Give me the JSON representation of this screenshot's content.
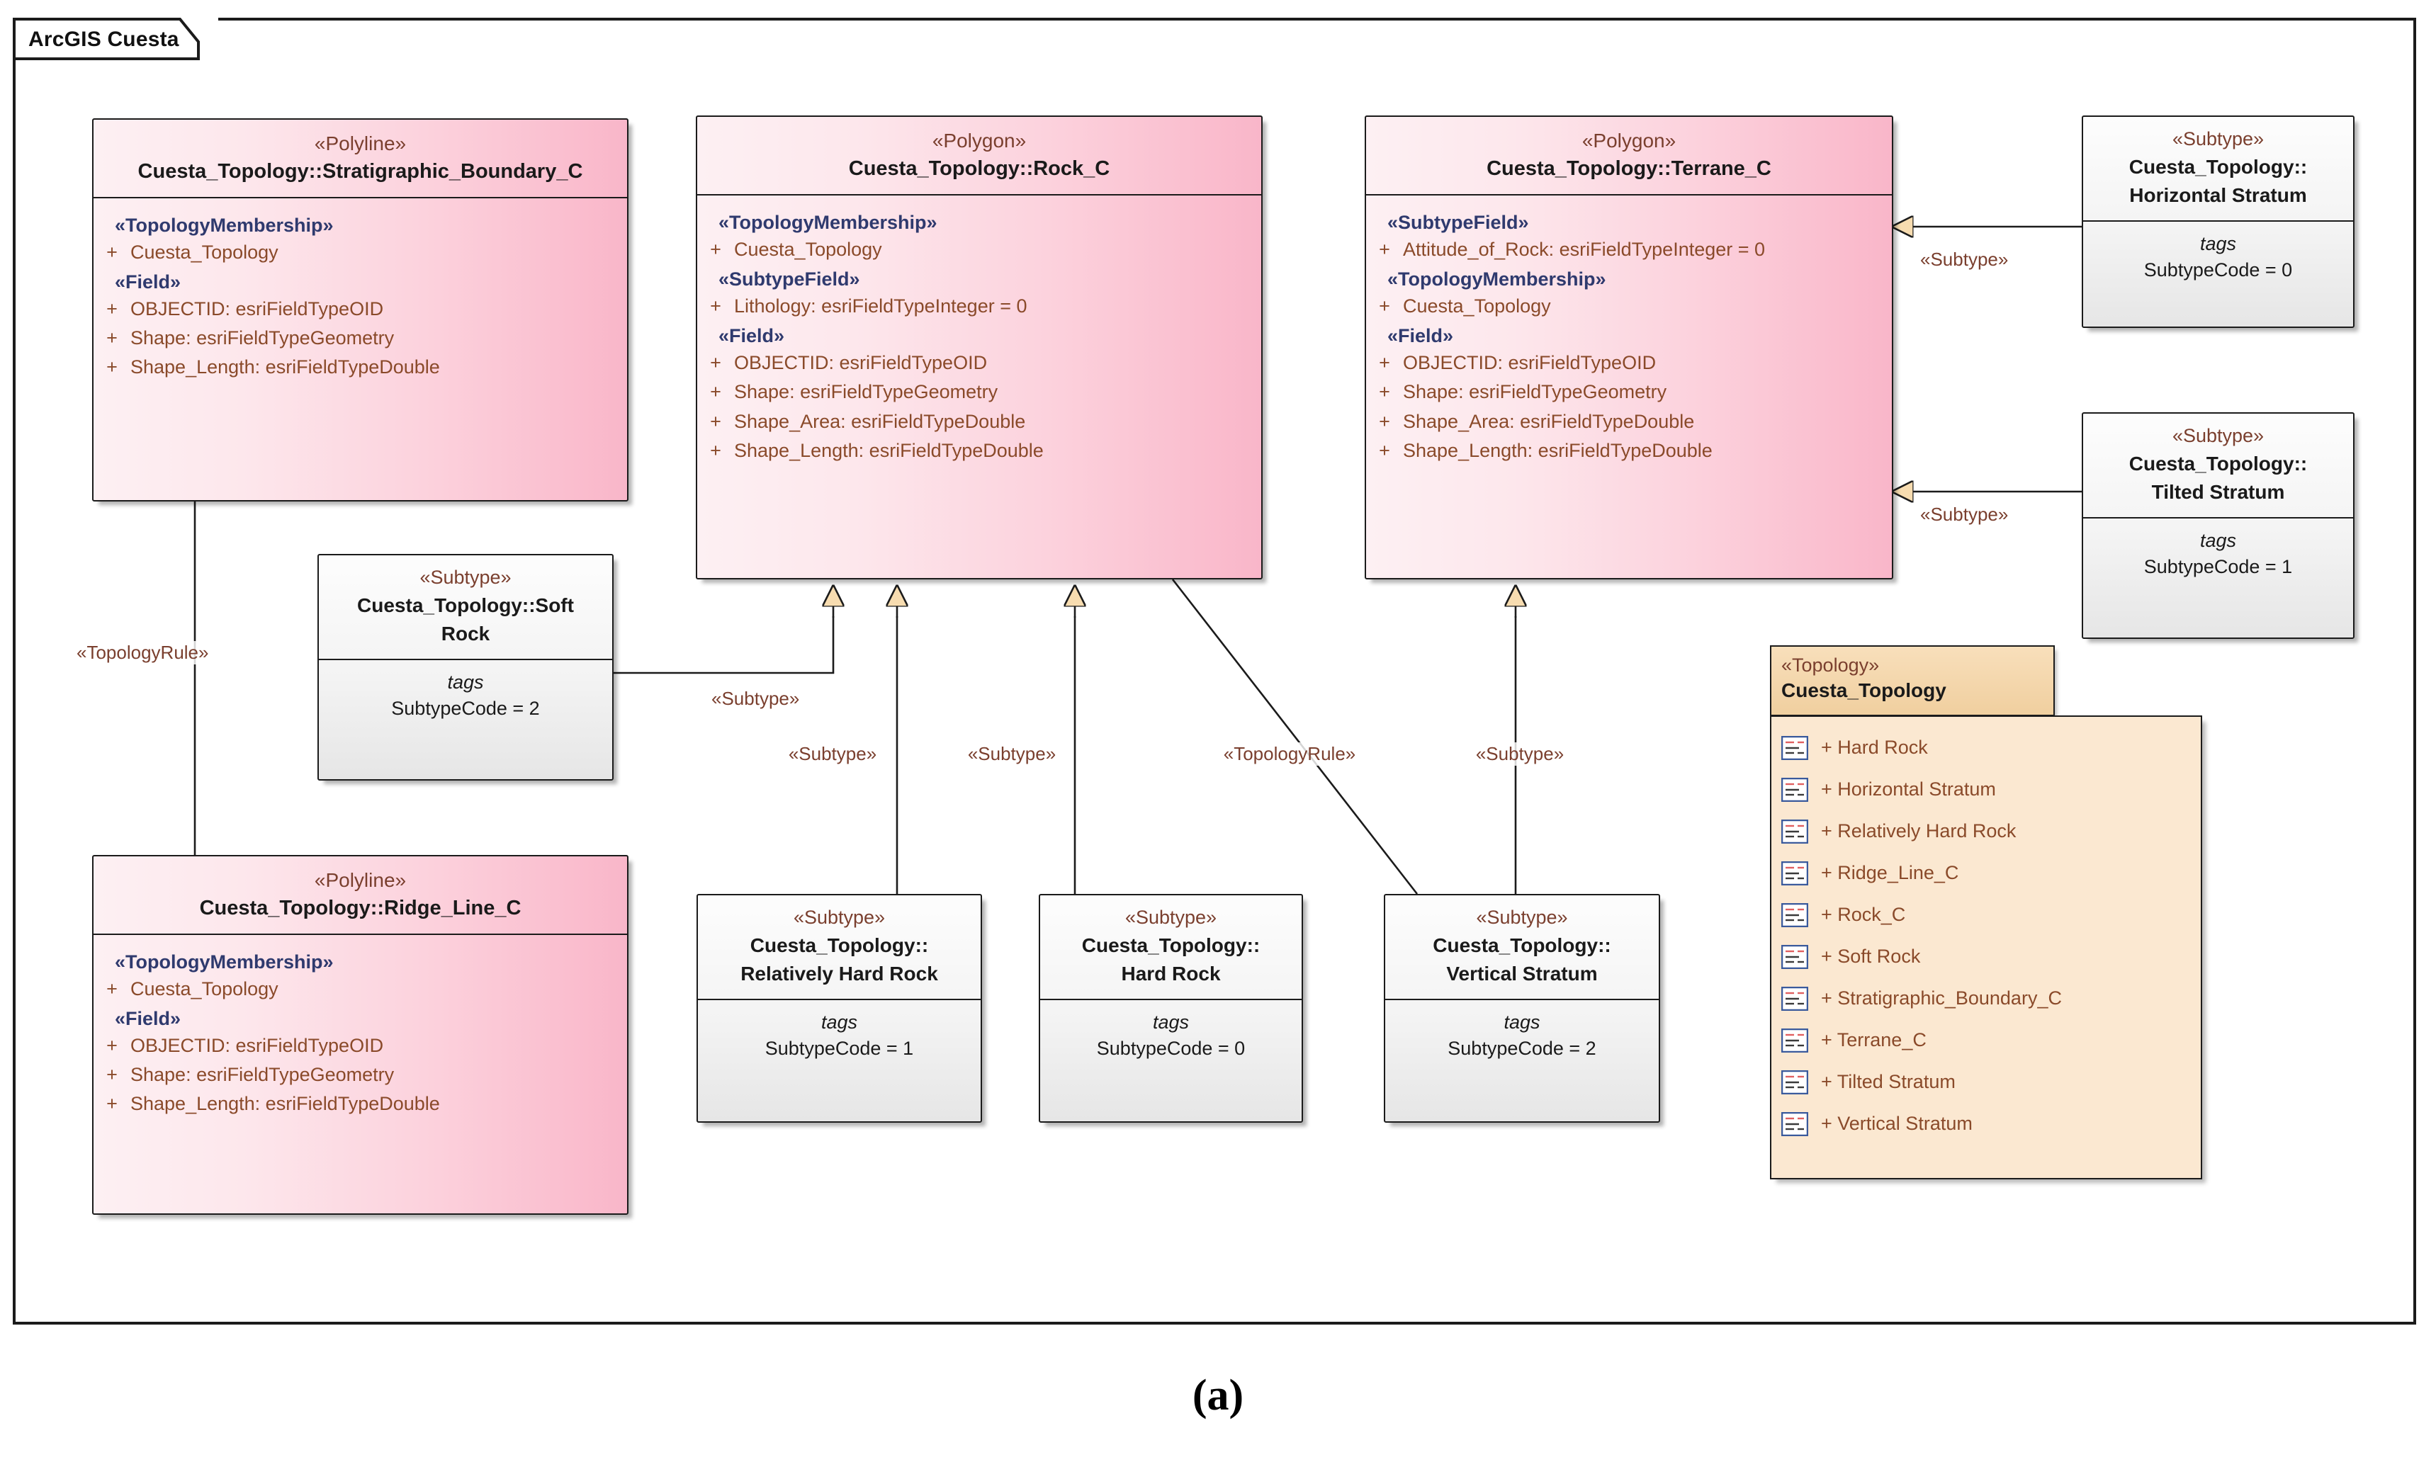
{
  "frame": {
    "title": "ArcGIS Cuesta"
  },
  "caption": "(a)",
  "stereotypes": {
    "polyline": "«Polyline»",
    "polygon": "«Polygon»",
    "subtype": "«Subtype»",
    "topology": "«Topology»",
    "topology_membership": "«TopologyMembership»",
    "subtype_field": "«SubtypeField»",
    "field": "«Field»",
    "topology_rule": "«TopologyRule»"
  },
  "tags_word": "tags",
  "classes": {
    "stratigraphic_boundary": {
      "stereotype": "«Polyline»",
      "name": "Cuesta_Topology::Stratigraphic_Boundary_C",
      "groups": [
        {
          "label": "«TopologyMembership»",
          "attrs": [
            "Cuesta_Topology"
          ]
        },
        {
          "label": "«Field»",
          "attrs": [
            "OBJECTID: esriFieldTypeOID",
            "Shape: esriFieldTypeGeometry",
            "Shape_Length: esriFieldTypeDouble"
          ]
        }
      ]
    },
    "rock_c": {
      "stereotype": "«Polygon»",
      "name": "Cuesta_Topology::Rock_C",
      "groups": [
        {
          "label": "«TopologyMembership»",
          "attrs": [
            "Cuesta_Topology"
          ]
        },
        {
          "label": "«SubtypeField»",
          "attrs": [
            "Lithology: esriFieldTypeInteger = 0"
          ]
        },
        {
          "label": "«Field»",
          "attrs": [
            "OBJECTID: esriFieldTypeOID",
            "Shape: esriFieldTypeGeometry",
            "Shape_Area: esriFieldTypeDouble",
            "Shape_Length: esriFieldTypeDouble"
          ]
        }
      ]
    },
    "terrane_c": {
      "stereotype": "«Polygon»",
      "name": "Cuesta_Topology::Terrane_C",
      "groups": [
        {
          "label": "«SubtypeField»",
          "attrs": [
            "Attitude_of_Rock: esriFieldTypeInteger = 0"
          ]
        },
        {
          "label": "«TopologyMembership»",
          "attrs": [
            "Cuesta_Topology"
          ]
        },
        {
          "label": "«Field»",
          "attrs": [
            "OBJECTID: esriFieldTypeOID",
            "Shape: esriFieldTypeGeometry",
            "Shape_Area: esriFieldTypeDouble",
            "Shape_Length: esriFieldTypeDouble"
          ]
        }
      ]
    },
    "ridge_line_c": {
      "stereotype": "«Polyline»",
      "name": "Cuesta_Topology::Ridge_Line_C",
      "groups": [
        {
          "label": "«TopologyMembership»",
          "attrs": [
            "Cuesta_Topology"
          ]
        },
        {
          "label": "«Field»",
          "attrs": [
            "OBJECTID: esriFieldTypeOID",
            "Shape: esriFieldTypeGeometry",
            "Shape_Length: esriFieldTypeDouble"
          ]
        }
      ]
    }
  },
  "subtypes": {
    "horizontal_stratum": {
      "stereotype": "«Subtype»",
      "name_line1": "Cuesta_Topology::",
      "name_line2": "Horizontal Stratum",
      "tags_label": "tags",
      "tag_value": "SubtypeCode = 0"
    },
    "tilted_stratum": {
      "stereotype": "«Subtype»",
      "name_line1": "Cuesta_Topology::",
      "name_line2": "Tilted Stratum",
      "tags_label": "tags",
      "tag_value": "SubtypeCode = 1"
    },
    "soft_rock": {
      "stereotype": "«Subtype»",
      "name_line1": "Cuesta_Topology::Soft",
      "name_line2": "Rock",
      "tags_label": "tags",
      "tag_value": "SubtypeCode = 2"
    },
    "relatively_hard_rock": {
      "stereotype": "«Subtype»",
      "name_line1": "Cuesta_Topology::",
      "name_line2": "Relatively Hard Rock",
      "tags_label": "tags",
      "tag_value": "SubtypeCode = 1"
    },
    "hard_rock": {
      "stereotype": "«Subtype»",
      "name_line1": "Cuesta_Topology::",
      "name_line2": "Hard Rock",
      "tags_label": "tags",
      "tag_value": "SubtypeCode = 0"
    },
    "vertical_stratum": {
      "stereotype": "«Subtype»",
      "name_line1": "Cuesta_Topology::",
      "name_line2": "Vertical Stratum",
      "tags_label": "tags",
      "tag_value": "SubtypeCode = 2"
    }
  },
  "topology_package": {
    "stereotype": "«Topology»",
    "name": "Cuesta_Topology",
    "icon": "class-table-icon",
    "items": [
      "+ Hard Rock",
      "+ Horizontal Stratum",
      "+ Relatively Hard Rock",
      "+ Ridge_Line_C",
      "+ Rock_C",
      "+ Soft Rock",
      "+ Stratigraphic_Boundary_C",
      "+ Terrane_C",
      "+ Tilted Stratum",
      "+ Vertical Stratum"
    ]
  },
  "connector_labels": {
    "l_topologyrule_left": "«TopologyRule»",
    "l_subtype_softrock": "«Subtype»",
    "l_subtype_rock1": "«Subtype»",
    "l_subtype_rock2": "«Subtype»",
    "l_topologyrule_mid": "«TopologyRule»",
    "l_subtype_terrane": "«Subtype»",
    "l_subtype_horizontal": "«Subtype»",
    "l_subtype_tilted": "«Subtype»"
  },
  "colors": {
    "class_fill_light": "#fdf0f3",
    "class_fill_dark": "#f9b6c9",
    "subtype_fill": "#f3f3f3",
    "topology_fill": "#fbe8d1",
    "topology_header_fill": "#f2d2a4",
    "stereotype_text": "#7a3f2e",
    "attribute_text": "#8a4a2a",
    "group_text": "#2f3a6e",
    "line": "#1b1b1b",
    "arrow_fill": "#f7dcb0"
  }
}
